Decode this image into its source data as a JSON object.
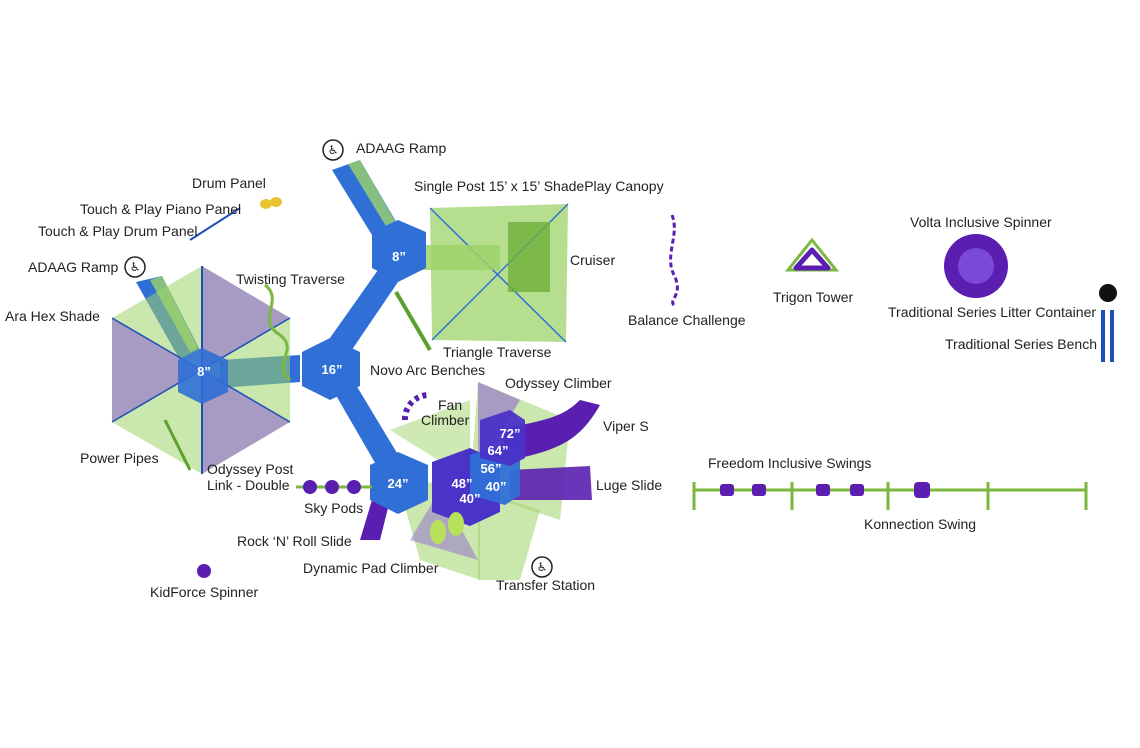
{
  "labels": {
    "adaag_ramp_top": "ADAAG Ramp",
    "drum_panel": "Drum Panel",
    "piano_panel": "Touch & Play Piano Panel",
    "drum_panel_tp": "Touch & Play Drum Panel",
    "canopy": "Single Post 15’ x 15’ ShadePlay Canopy",
    "adaag_ramp_left": "ADAAG Ramp",
    "twisting_traverse": "Twisting Traverse",
    "cruiser": "Cruiser",
    "balance_challenge": "Balance Challenge",
    "trigon_tower": "Trigon Tower",
    "volta_spinner": "Volta Inclusive Spinner",
    "litter_container": "Traditional Series Litter Container",
    "bench": "Traditional Series Bench",
    "ara_hex_shade": "Ara Hex Shade",
    "triangle_traverse": "Triangle Traverse",
    "novo_arc_benches": "Novo Arc Benches",
    "odyssey_climber": "Odyssey Climber",
    "fan_climber_1": "Fan",
    "fan_climber_2": "Climber",
    "viper_s": "Viper S",
    "power_pipes": "Power Pipes",
    "odyssey_post_1": "Odyssey Post",
    "odyssey_post_2": "Link - Double",
    "luge_slide": "Luge Slide",
    "freedom_swings": "Freedom Inclusive Swings",
    "sky_pods": "Sky Pods",
    "konnection_swing": "Konnection Swing",
    "rock_n_roll": "Rock ‘N’ Roll Slide",
    "dynamic_pad": "Dynamic Pad Climber",
    "transfer_station": "Transfer Station",
    "kidforce_spinner": "KidForce Spinner"
  },
  "decks": {
    "d8_top": "8”",
    "d8_left": "8”",
    "d16": "16”",
    "d24": "24”",
    "d48": "48”",
    "d40a": "40”",
    "d56": "56”",
    "d40b": "40”",
    "d64": "64”",
    "d72": "72”"
  },
  "colors": {
    "deck_blue": "#2f6fd6",
    "shade_green": "#9ed36a",
    "shade_purple": "#8a5bd6",
    "slide_purple": "#5a1fb0",
    "post_blue": "#1e4fb8"
  }
}
